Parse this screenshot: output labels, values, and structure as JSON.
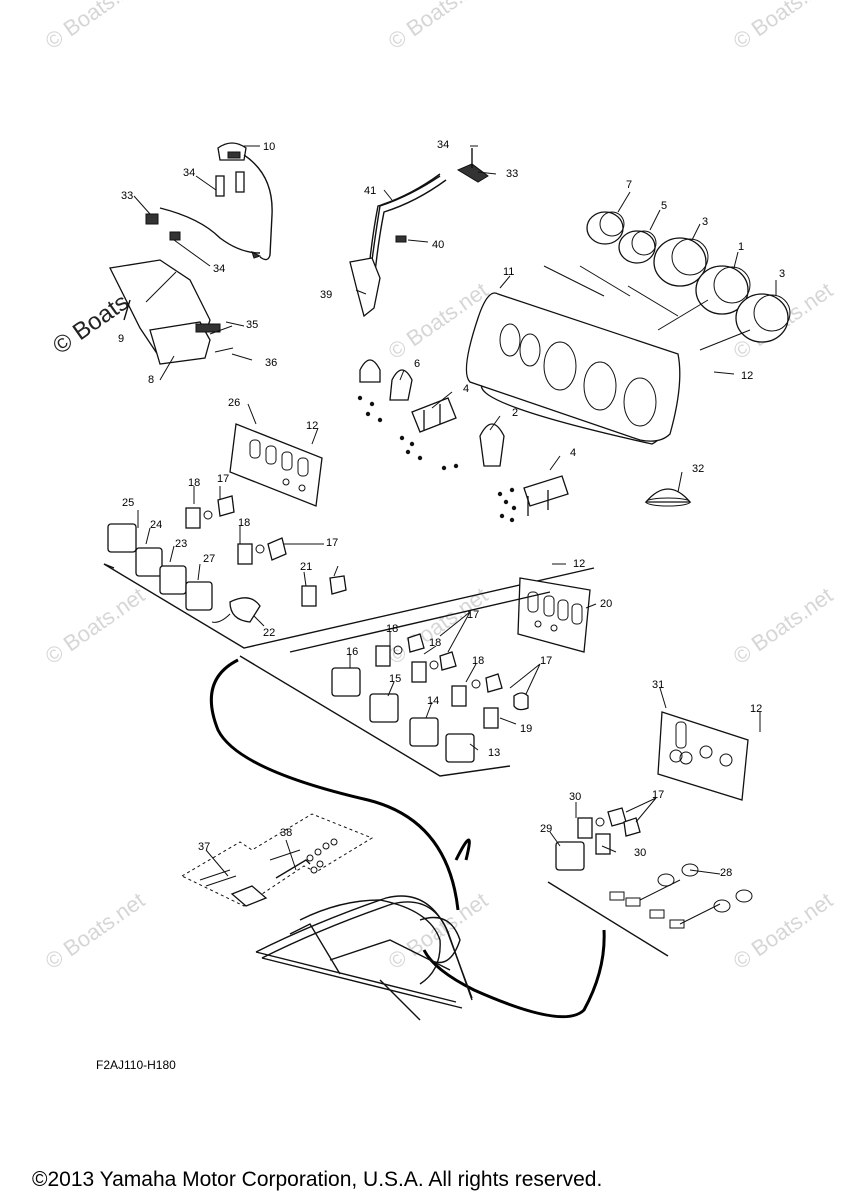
{
  "watermark": "© Boats.net",
  "code": "F2AJ110-H180",
  "copyright": "©2013 Yamaha Motor Corporation, U.S.A. All rights reserved.",
  "callouts": {
    "c1": "1",
    "c2": "2",
    "c3a": "3",
    "c3b": "3",
    "c4a": "4",
    "c4b": "4",
    "c5": "5",
    "c6": "6",
    "c7": "7",
    "c8": "8",
    "c9": "9",
    "c10": "10",
    "c11": "11",
    "c12a": "12",
    "c12b": "12",
    "c12c": "12",
    "c12d": "12",
    "c13": "13",
    "c14": "14",
    "c15": "15",
    "c16": "16",
    "c17a": "17",
    "c17b": "17",
    "c17c": "17",
    "c17d": "17",
    "c17e": "17",
    "c18a": "18",
    "c18b": "18",
    "c18c": "18",
    "c18d": "18",
    "c18e": "18",
    "c19": "19",
    "c20": "20",
    "c21": "21",
    "c22": "22",
    "c23": "23",
    "c24": "24",
    "c25": "25",
    "c26": "26",
    "c27": "27",
    "c28": "28",
    "c29": "29",
    "c30a": "30",
    "c30b": "30",
    "c31": "31",
    "c32": "32",
    "c33a": "33",
    "c33b": "33",
    "c34a": "34",
    "c34b": "34",
    "c34c": "34",
    "c35": "35",
    "c36": "36",
    "c37": "37",
    "c38": "38",
    "c39": "39",
    "c40": "40",
    "c41": "41"
  }
}
